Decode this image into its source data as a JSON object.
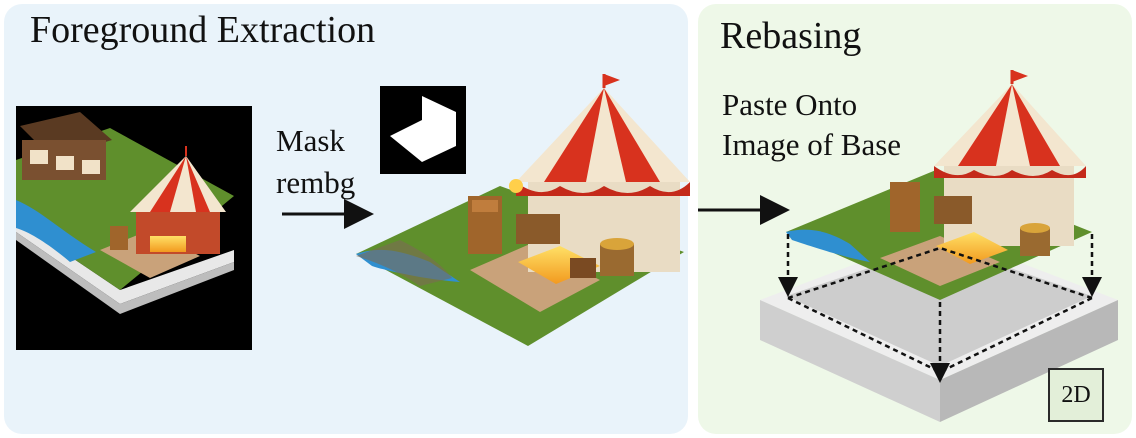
{
  "left_panel": {
    "title": "Foreground Extraction",
    "step_labels": [
      "Mask",
      "rembg"
    ]
  },
  "right_panel": {
    "title": "Rebasing",
    "step_labels": [
      "Paste Onto",
      "Image of Base"
    ],
    "badge": "2D"
  },
  "colors": {
    "left_panel_bg": "#e9f3fa",
    "right_panel_bg": "#eef8e8",
    "tent_red": "#d8321e",
    "tent_cream": "#f3e6cf",
    "grass_green": "#5f8f2c",
    "water_blue": "#2f8fd0",
    "base_gray": "#d6d6d6"
  },
  "icons": [
    "input-scene-image",
    "mask-image",
    "extracted-foreground-image",
    "isometric-base-image",
    "right-arrow-icon",
    "dashed-down-arrow-icon"
  ]
}
